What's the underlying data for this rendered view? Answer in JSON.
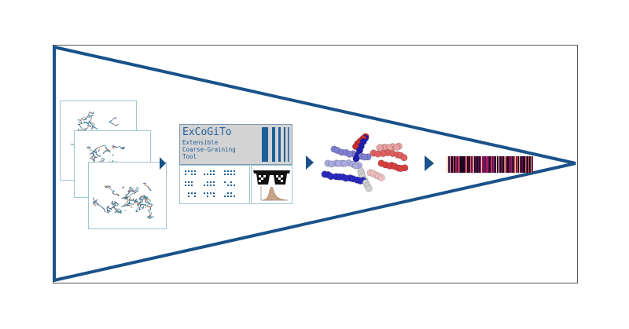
{
  "tool_box": {
    "title": "ExCoGiTo",
    "subtitle_line1": "Extensible",
    "subtitle_line2": "Coarse-Graining",
    "subtitle_line3": "Tool"
  },
  "colors": {
    "outline": "#1a5289",
    "arrow": "#1a5289",
    "frame_border": "#9fc6d4",
    "box_text": "#1f5f99",
    "box_bg": "#d3d3d3",
    "bead_blue": "#2a2ac0",
    "bead_red": "#d43030",
    "bead_white": "#dcdcdc"
  },
  "icons": [
    "protein-snapshot-icon",
    "arrow-right-icon",
    "bar-pattern-icon",
    "glasses-icon",
    "distribution-plot-icon",
    "coarse-grained-model-icon",
    "fingerprint-strip-icon"
  ]
}
